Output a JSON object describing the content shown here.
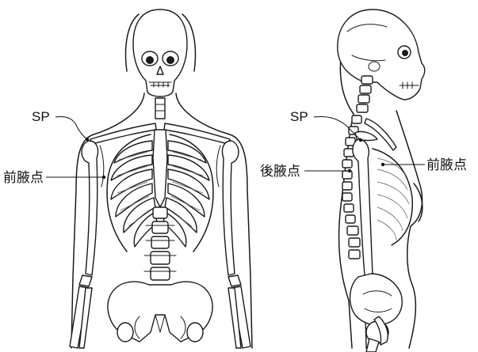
{
  "labels": {
    "front_sp": "SP",
    "front_anterior_armpit": "前腋点",
    "side_sp": "SP",
    "side_posterior_armpit": "後腋点",
    "side_anterior_armpit": "前腋点"
  }
}
